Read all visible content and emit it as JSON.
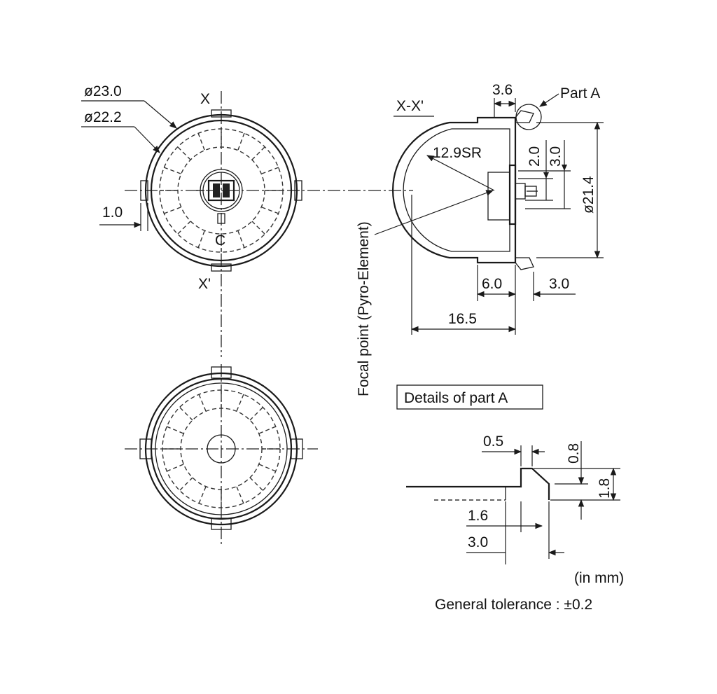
{
  "front_view": {
    "outer_diameter": "ø23.0",
    "inner_diameter": "ø22.2",
    "section_mark_top": "X",
    "section_mark_bottom": "X'",
    "flange_width": "1.0",
    "pin_label": "C"
  },
  "section_view": {
    "title": "X-X'",
    "tab_width": "3.6",
    "part_ref": "Part A",
    "lens_radius": "12.9SR",
    "dim_2_0": "2.0",
    "dim_3_0_vertical": "3.0",
    "body_diameter": "ø21.4",
    "dim_6_0": "6.0",
    "dim_3_0_horizontal": "3.0",
    "overall_length": "16.5",
    "focal_point_label": "Focal point (Pyro-Element)"
  },
  "detail_a": {
    "title": "Details of part A",
    "dim_0_5": "0.5",
    "dim_0_8": "0.8",
    "dim_1_8": "1.8",
    "dim_1_6": "1.6",
    "dim_3_0": "3.0"
  },
  "notes": {
    "units": "(in mm)",
    "tolerance": "General tolerance : ±0.2"
  }
}
